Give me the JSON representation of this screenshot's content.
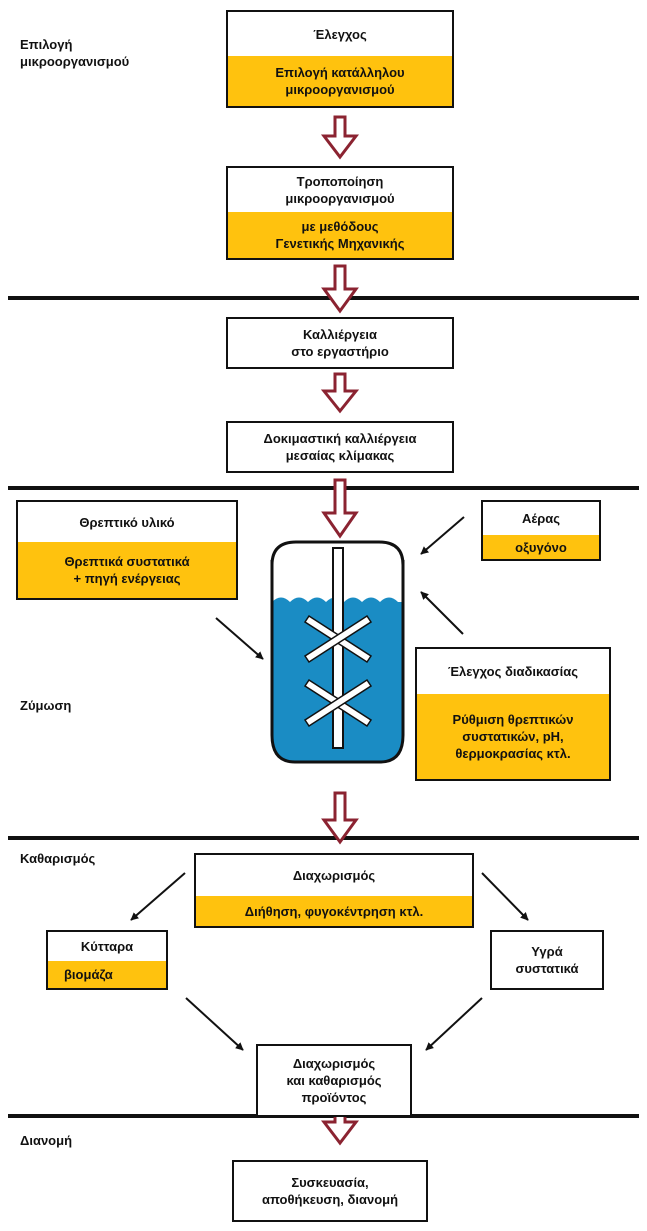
{
  "colors": {
    "accent": "#FFC20E",
    "arrow": "#8B2331",
    "tank": "#1A8CC4",
    "line": "#111111"
  },
  "stages": {
    "selection": "Επιλογή\nμικροοργανισμού",
    "fermentation": "Ζύμωση",
    "purification": "Καθαρισμός",
    "distribution": "Διανομή"
  },
  "boxes": {
    "control": {
      "top": "Έλεγχος",
      "bottom": "Επιλογή κατάλληλου\nμικροοργανισμού"
    },
    "modification": {
      "top": "Τροποποίηση\nμικροοργανισμού",
      "bottom": "με μεθόδους\nΓενετικής Μηχανικής"
    },
    "lab_culture": {
      "text": "Καλλιέργεια\nστο εργαστήριο"
    },
    "trial_culture": {
      "text": "Δοκιμαστική καλλιέργεια\nμεσαίας κλίμακας"
    },
    "nutrient": {
      "top": "Θρεπτικό υλικό",
      "bottom": "Θρεπτικά συστατικά\n+ πηγή ενέργειας"
    },
    "air": {
      "top": "Αέρας",
      "bottom": "οξυγόνο"
    },
    "process_control": {
      "top": "Έλεγχος διαδικασίας",
      "bottom": "Ρύθμιση θρεπτικών\nσυστατικών, pH,\nθερμοκρασίας κτλ."
    },
    "separation": {
      "top": "Διαχωρισμός",
      "bottom": "Διήθηση, φυγοκέντρηση κτλ."
    },
    "cells": {
      "top": "Κύτταρα",
      "bottom": "βιομάζα"
    },
    "liquids": {
      "text": "Υγρά\nσυστατικά"
    },
    "product": {
      "text": "Διαχωρισμός\nκαι καθαρισμός\nπροϊόντος"
    },
    "packaging": {
      "text": "Συσκευασία,\nαποθήκευση, διανομή"
    }
  }
}
